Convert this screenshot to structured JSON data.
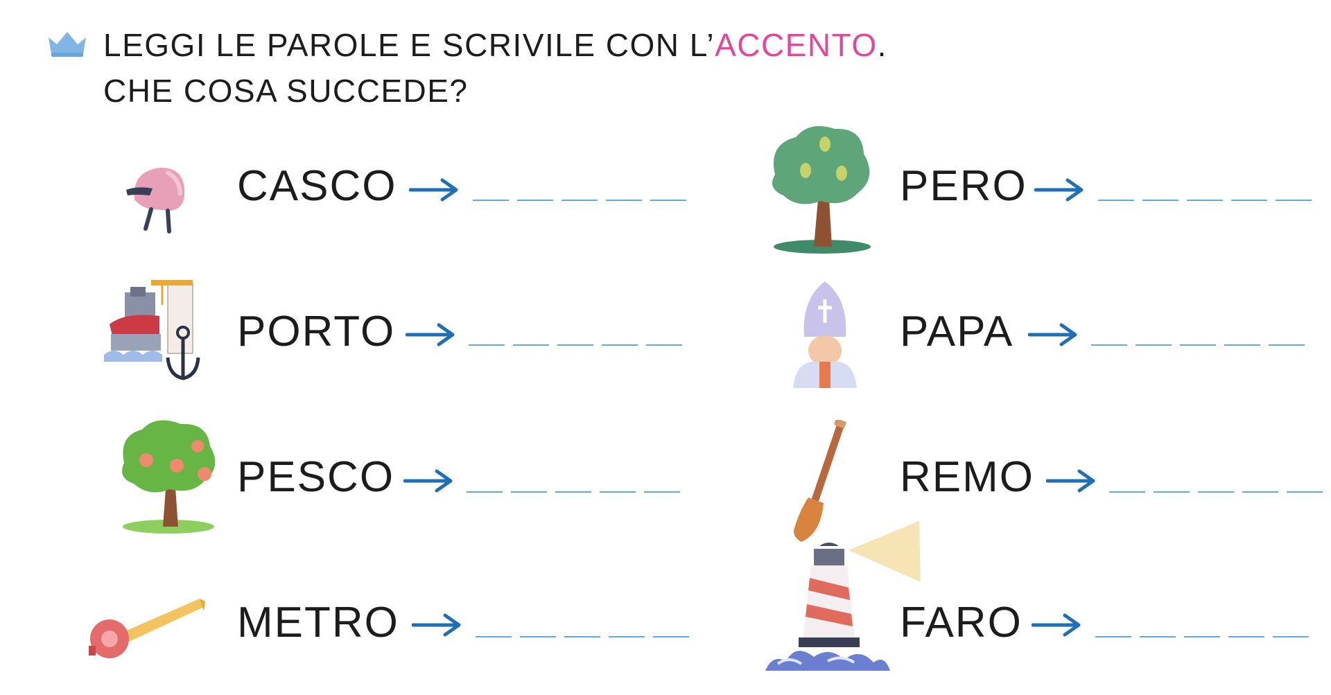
{
  "instruction": {
    "line1_part1": "LEGGI LE PAROLE E SCRIVILE CON L’",
    "line1_accent": "ACCENTO",
    "line1_end": ".",
    "line2": "CHE COSA SUCCEDE?"
  },
  "colors": {
    "accent": "#e2479a",
    "arrow": "#1f6fb5",
    "answer_line": "#5fa8e0",
    "crown": "#7fb6e6"
  },
  "left_words": [
    {
      "word": "CASCO",
      "icon": "helmet-icon"
    },
    {
      "word": "PORTO",
      "icon": "port-icon"
    },
    {
      "word": "PESCO",
      "icon": "peach-tree-icon"
    },
    {
      "word": "METRO",
      "icon": "tape-measure-icon"
    }
  ],
  "right_words": [
    {
      "word": "PERO",
      "icon": "pear-tree-icon"
    },
    {
      "word": "PAPA",
      "icon": "pope-icon"
    },
    {
      "word": "REMO",
      "icon": "oar-icon"
    },
    {
      "word": "FARO",
      "icon": "lighthouse-icon"
    }
  ]
}
